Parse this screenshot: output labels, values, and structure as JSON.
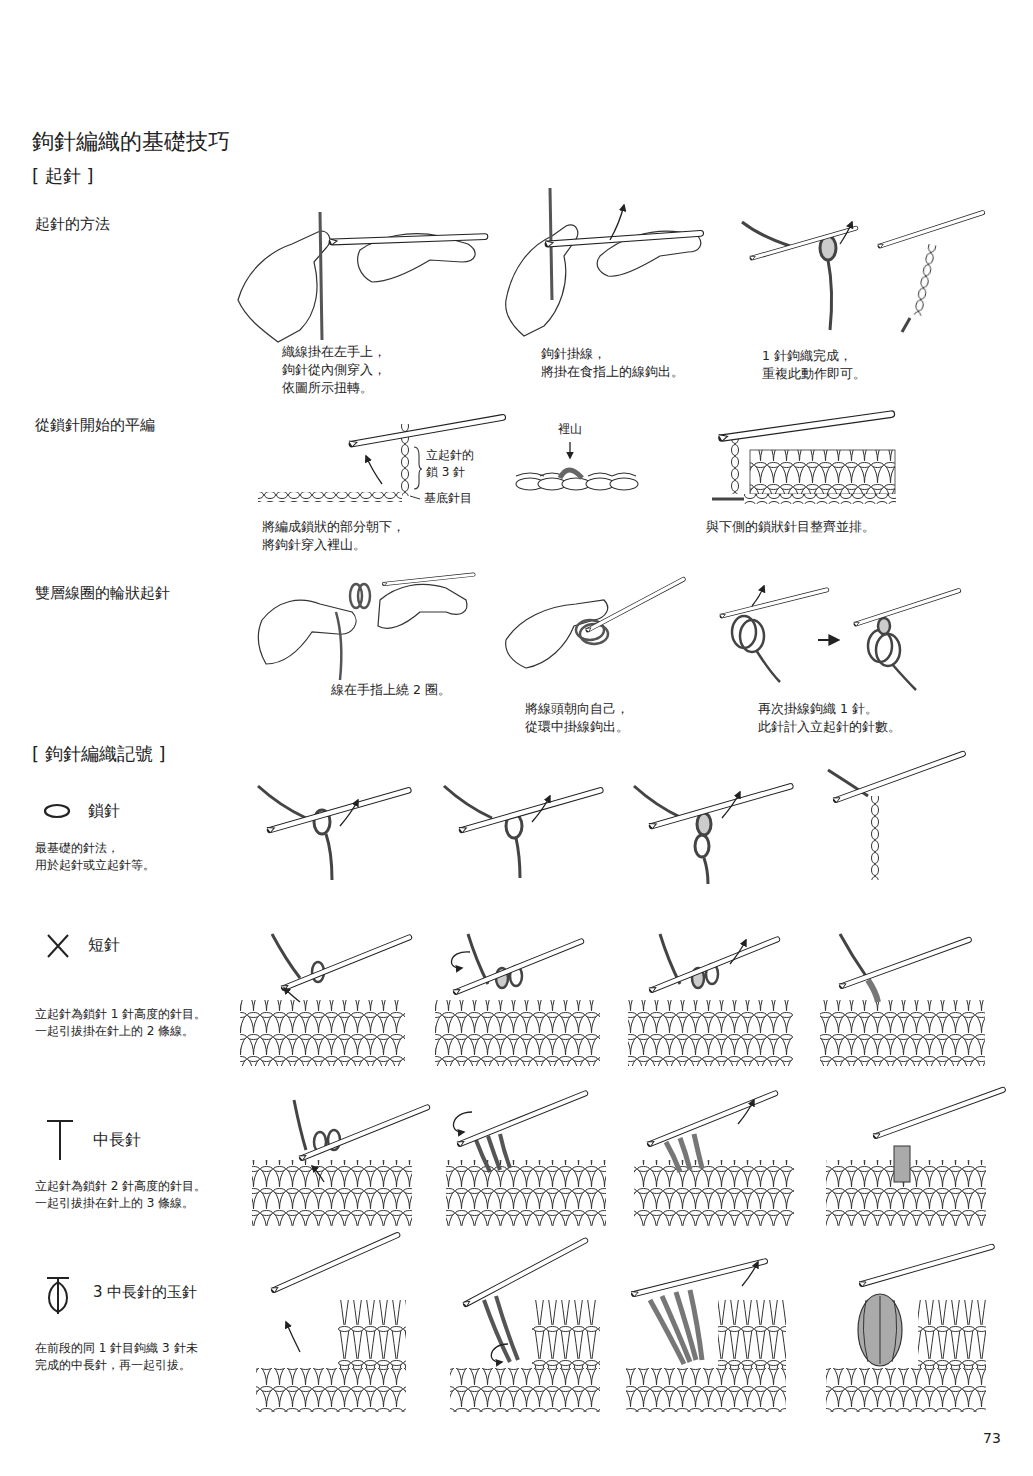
{
  "diagram": {
    "title": "鉤針編織的基礎技巧",
    "labels": [
      "[ 起針 ]",
      "起針的方法",
      "織線掛在左手上， 鉤針從內側穿入，依圖所示扭轉。",
      "鉤針掛線， 將掛在食指上的線鉤出。",
      "1 針鉤織完成， 重複此動作即可。",
      "從鎖針開始的平編",
      "立起針的 鎖 3 針",
      "基底針目",
      "將編成鎖狀的部分朝下， 將鉤針穿入裡山。",
      "裡山",
      "與下側的鎖狀針目整齊並排。",
      "雙層線圈的輪狀起針",
      "線在手指上繞 2 圈。",
      "將線頭朝向自己， 從環中掛線鉤出。",
      "再次掛線鉤織 1 針。 此針計入立起針的針數。",
      "[ 鉤針編織記號 ]",
      "鎖針",
      "最基礎的針法， 用於起針或立起針等。",
      "短針",
      "立起針為鎖針 1 針高度的針目。 一起引拔掛在針上的 2 條線。",
      "中長針",
      "立起針為鎖針 2 針高度的針目。 一起引拔掛在針上的 3 條線。",
      "3 中長針的玉針",
      "在前段的同 1 針目鉤織 3 針未 完成的中長針，再一起引拔。",
      "73"
    ]
  }
}
